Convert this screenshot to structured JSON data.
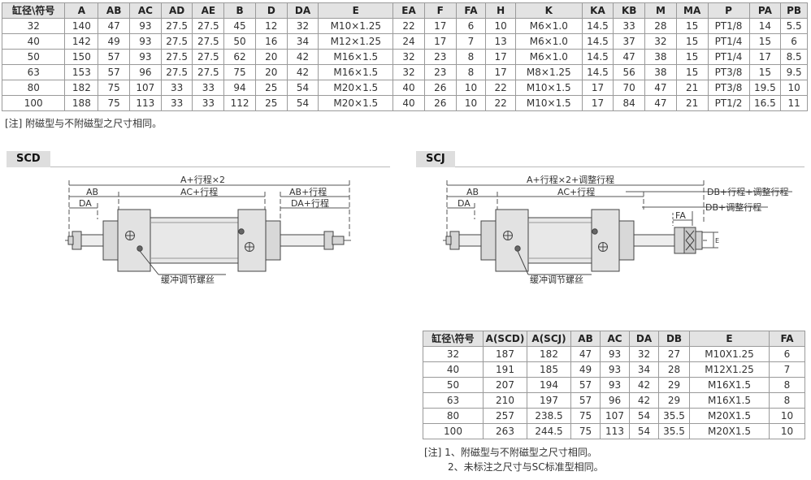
{
  "top_table": {
    "headers": [
      "缸径\\符号",
      "A",
      "AB",
      "AC",
      "AD",
      "AE",
      "B",
      "D",
      "DA",
      "E",
      "EA",
      "F",
      "FA",
      "H",
      "K",
      "KA",
      "KB",
      "M",
      "MA",
      "P",
      "PA",
      "PB"
    ],
    "rows": [
      [
        "32",
        "140",
        "47",
        "93",
        "27.5",
        "27.5",
        "45",
        "12",
        "32",
        "M10×1.25",
        "22",
        "17",
        "6",
        "10",
        "M6×1.0",
        "14.5",
        "33",
        "28",
        "15",
        "PT1/8",
        "14",
        "5.5"
      ],
      [
        "40",
        "142",
        "49",
        "93",
        "27.5",
        "27.5",
        "50",
        "16",
        "34",
        "M12×1.25",
        "24",
        "17",
        "7",
        "13",
        "M6×1.0",
        "14.5",
        "37",
        "32",
        "15",
        "PT1/4",
        "15",
        "6"
      ],
      [
        "50",
        "150",
        "57",
        "93",
        "27.5",
        "27.5",
        "62",
        "20",
        "42",
        "M16×1.5",
        "32",
        "23",
        "8",
        "17",
        "M6×1.0",
        "14.5",
        "47",
        "38",
        "15",
        "PT1/4",
        "17",
        "8.5"
      ],
      [
        "63",
        "153",
        "57",
        "96",
        "27.5",
        "27.5",
        "75",
        "20",
        "42",
        "M16×1.5",
        "32",
        "23",
        "8",
        "17",
        "M8×1.25",
        "14.5",
        "56",
        "38",
        "15",
        "PT3/8",
        "15",
        "9.5"
      ],
      [
        "80",
        "182",
        "75",
        "107",
        "33",
        "33",
        "94",
        "25",
        "54",
        "M20×1.5",
        "40",
        "26",
        "10",
        "22",
        "M10×1.5",
        "17",
        "70",
        "47",
        "21",
        "PT3/8",
        "19.5",
        "10"
      ],
      [
        "100",
        "188",
        "75",
        "113",
        "33",
        "33",
        "112",
        "25",
        "54",
        "M20×1.5",
        "40",
        "26",
        "10",
        "22",
        "M10×1.5",
        "17",
        "84",
        "47",
        "21",
        "PT1/2",
        "16.5",
        "11"
      ]
    ]
  },
  "top_note": "[注] 附磁型与不附磁型之尺寸相同。",
  "scd": {
    "title": "SCD",
    "dim_total": "A+行程×2",
    "dim_ab": "AB",
    "dim_ac": "AC+行程",
    "dim_ab_right": "AB+行程",
    "dim_da": "DA",
    "dim_da_right": "DA+行程",
    "callout": "缓冲调节螺丝"
  },
  "scj": {
    "title": "SCJ",
    "dim_total": "A+行程×2+调整行程",
    "dim_ab": "AB",
    "dim_ac": "AC+行程",
    "dim_da": "DA",
    "dim_db_total": "DB+行程+调整行程",
    "dim_db": "DB+调整行程",
    "dim_fa": "FA",
    "dim_e": "E",
    "callout": "缓冲调节螺丝"
  },
  "bottom_table": {
    "headers": [
      "缸径\\符号",
      "A(SCD)",
      "A(SCJ)",
      "AB",
      "AC",
      "DA",
      "DB",
      "E",
      "FA"
    ],
    "rows": [
      [
        "32",
        "187",
        "182",
        "47",
        "93",
        "32",
        "27",
        "M10X1.25",
        "6"
      ],
      [
        "40",
        "191",
        "185",
        "49",
        "93",
        "34",
        "28",
        "M12X1.25",
        "7"
      ],
      [
        "50",
        "207",
        "194",
        "57",
        "93",
        "42",
        "29",
        "M16X1.5",
        "8"
      ],
      [
        "63",
        "210",
        "197",
        "57",
        "96",
        "42",
        "29",
        "M16X1.5",
        "8"
      ],
      [
        "80",
        "257",
        "238.5",
        "75",
        "107",
        "54",
        "35.5",
        "M20X1.5",
        "10"
      ],
      [
        "100",
        "263",
        "244.5",
        "75",
        "113",
        "54",
        "35.5",
        "M20X1.5",
        "10"
      ]
    ]
  },
  "bottom_note_1": "[注] 1、附磁型与不附磁型之尺寸相同。",
  "bottom_note_2": "2、未标注之尺寸与SC标准型相同。"
}
